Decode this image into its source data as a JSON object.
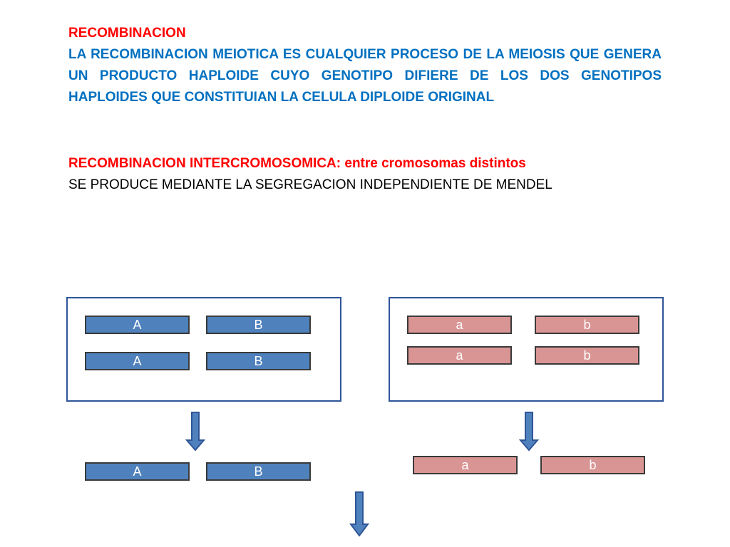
{
  "title": "RECOMBINACION",
  "definition": "LA RECOMBINACION MEIOTICA ES CUALQUIER PROCESO DE LA MEIOSIS QUE GENERA UN PRODUCTO HAPLOIDE CUYO GENOTIPO DIFIERE DE LOS DOS GENOTIPOS HAPLOIDES QUE CONSTITUIAN LA CELULA DIPLOIDE ORIGINAL",
  "subheading": "RECOMBINACION INTERCROMOSOMICA: entre cromosomas distintos",
  "subtext": "SE PRODUCE MEDIANTE LA SEGREGACION INDEPENDIENTE DE MENDEL",
  "colors": {
    "dominant": "#4f81bd",
    "recessive": "#d99594",
    "border": "#2f5597",
    "heading": "#ff0000",
    "definition": "#0070c0"
  },
  "left_cell": {
    "row1": [
      "A",
      "B"
    ],
    "row2": [
      "A",
      "B"
    ]
  },
  "right_cell": {
    "row1": [
      "a",
      "b"
    ],
    "row2": [
      "a",
      "b"
    ]
  },
  "left_gamete": [
    "A",
    "B"
  ],
  "right_gamete": [
    "a",
    "b"
  ]
}
